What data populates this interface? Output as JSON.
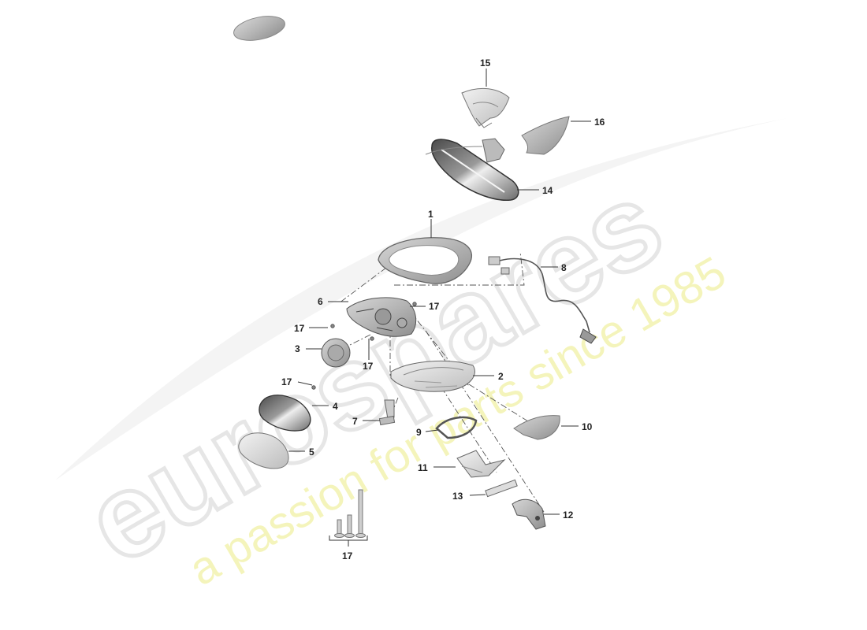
{
  "watermark": {
    "brand": "eurospares",
    "tagline": "a passion for parts since 1985"
  },
  "callouts": [
    {
      "id": "p1",
      "label": "1"
    },
    {
      "id": "p2",
      "label": "2"
    },
    {
      "id": "p3",
      "label": "3"
    },
    {
      "id": "p4",
      "label": "4"
    },
    {
      "id": "p5",
      "label": "5"
    },
    {
      "id": "p6",
      "label": "6"
    },
    {
      "id": "p7",
      "label": "7"
    },
    {
      "id": "p8",
      "label": "8"
    },
    {
      "id": "p9",
      "label": "9"
    },
    {
      "id": "p10",
      "label": "10"
    },
    {
      "id": "p11",
      "label": "11"
    },
    {
      "id": "p12",
      "label": "12"
    },
    {
      "id": "p13",
      "label": "13"
    },
    {
      "id": "p14",
      "label": "14"
    },
    {
      "id": "p15",
      "label": "15"
    },
    {
      "id": "p16",
      "label": "16"
    },
    {
      "id": "p17a",
      "label": "17"
    },
    {
      "id": "p17b",
      "label": "17"
    },
    {
      "id": "p17c",
      "label": "17"
    },
    {
      "id": "p17d",
      "label": "17"
    },
    {
      "id": "p17e",
      "label": "17"
    }
  ]
}
